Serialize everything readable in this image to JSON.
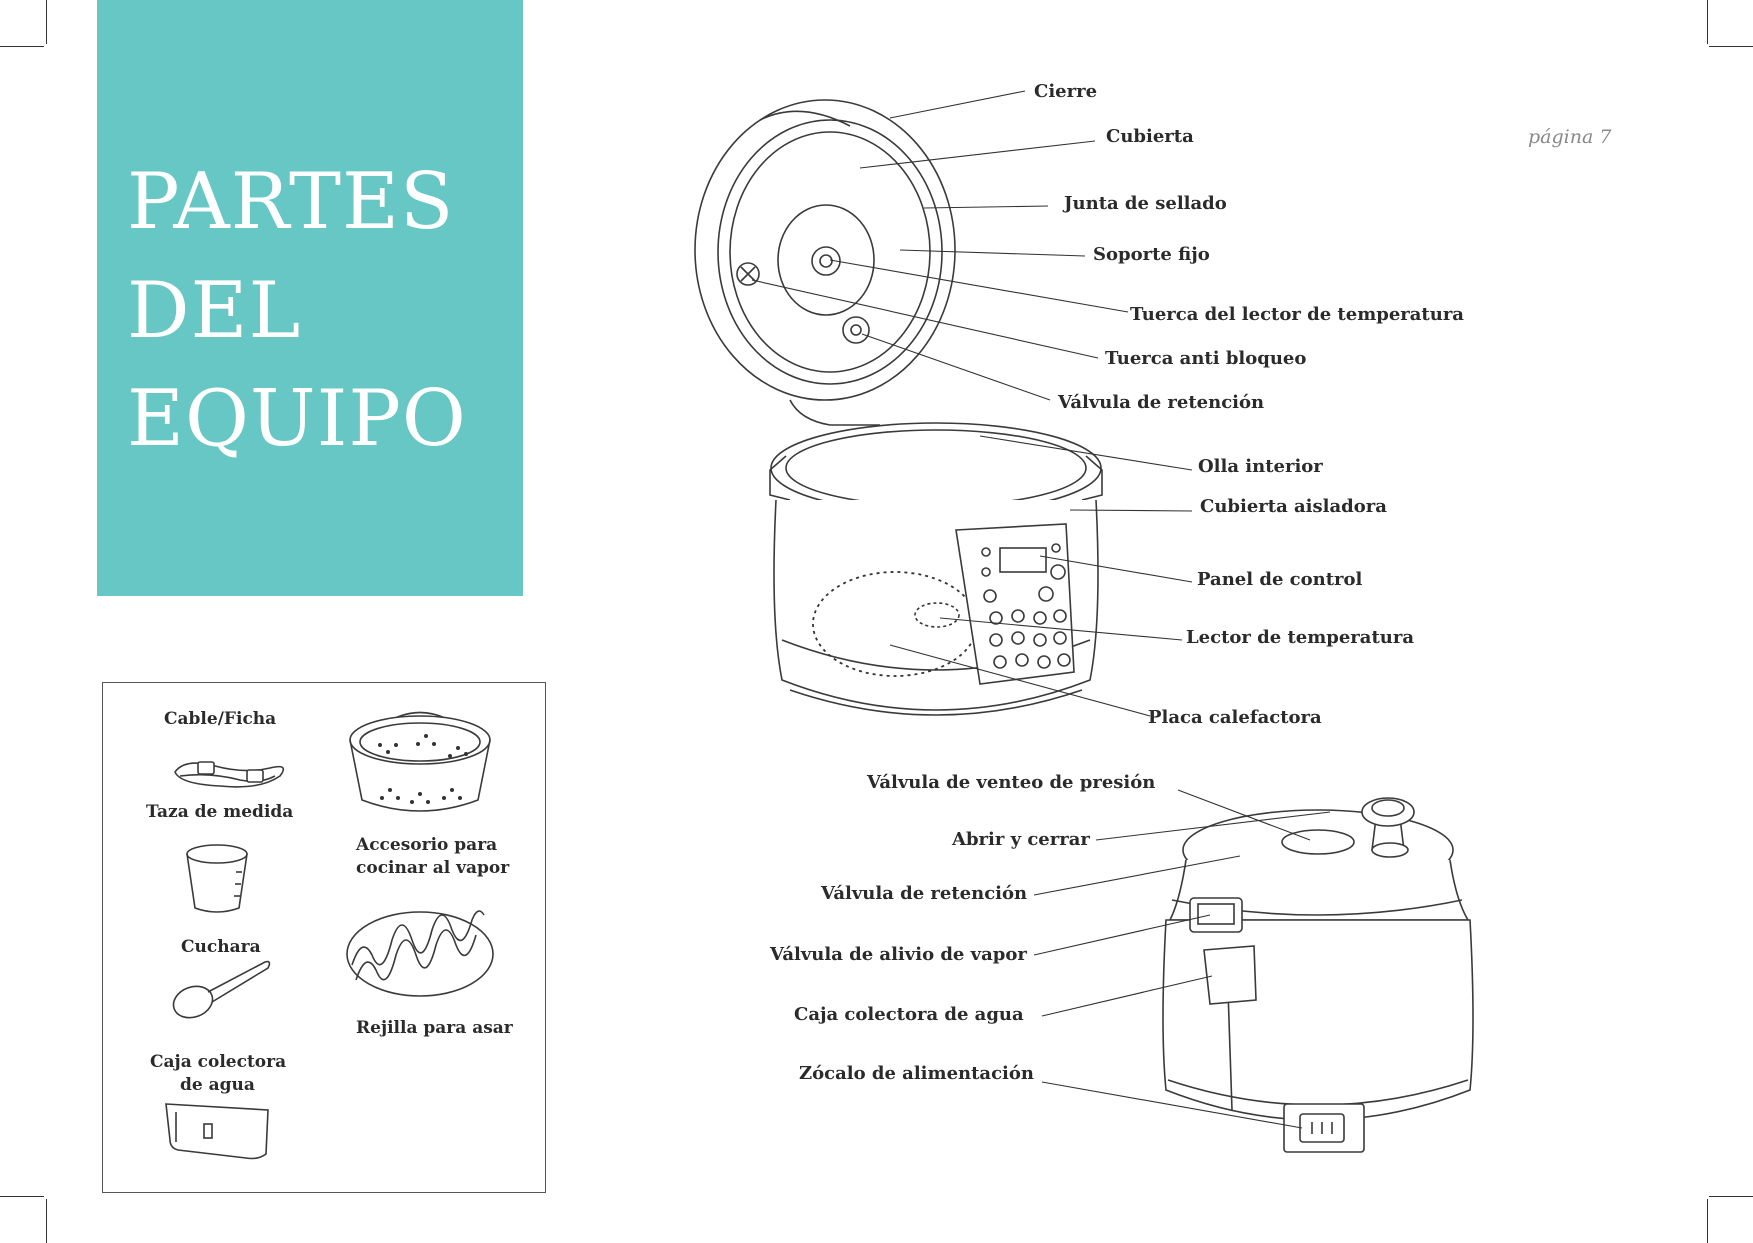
{
  "page": {
    "title_lines": [
      "PARTES",
      "DEL",
      "EQUIPO"
    ],
    "page_number": "página 7"
  },
  "colors": {
    "title_block": "#66c7c4",
    "ink": "#2b2b2b"
  },
  "accessories": {
    "cable": "Cable/Ficha",
    "cup": "Taza de medida",
    "steamer_line1": "Accesorio para",
    "steamer_line2": "cocinar al vapor",
    "spoon": "Cuchara",
    "rack": "Rejilla para asar",
    "water_box_line1": "Caja colectora",
    "water_box_line2": "de agua"
  },
  "open_parts": {
    "latch": "Cierre",
    "lid": "Cubierta",
    "seal": "Junta de sellado",
    "bracket": "Soporte fijo",
    "temp_nut": "Tuerca del lector de temperatura",
    "antiblock_nut": "Tuerca anti bloqueo",
    "check_valve": "Válvula de retención",
    "inner_pot": "Olla interior",
    "insulation_cover": "Cubierta aisladora",
    "control_panel": "Panel de control",
    "temp_sensor": "Lector de temperatura",
    "heating_plate": "Placa calefactora"
  },
  "closed_parts": {
    "pressure_vent": "Válvula de venteo de presión",
    "open_close": "Abrir y cerrar",
    "check_valve": "Válvula de retención",
    "steam_relief": "Válvula de alivio de vapor",
    "water_box": "Caja colectora de agua",
    "power_socket": "Zócalo de alimentación"
  }
}
